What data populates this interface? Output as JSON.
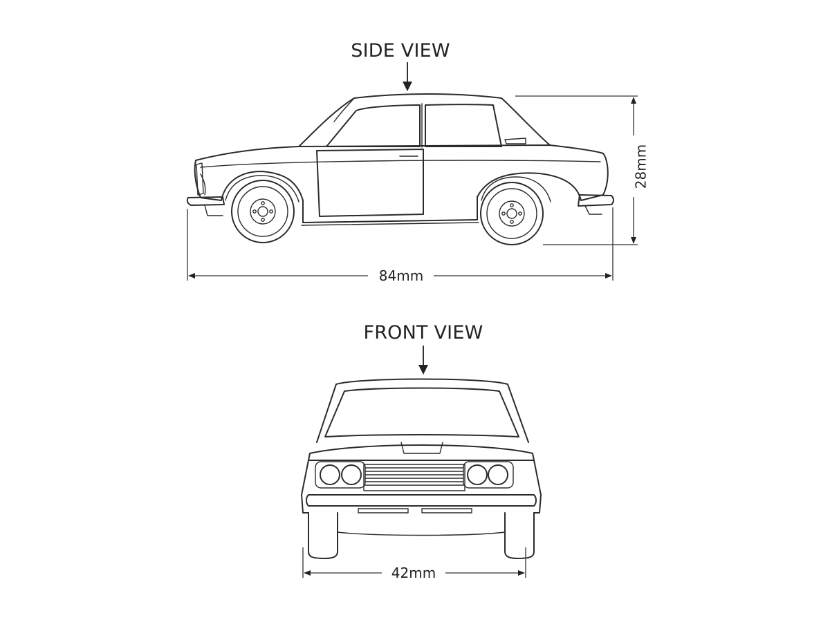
{
  "side_view": {
    "title": "SIDE VIEW",
    "length_label": "84mm",
    "height_label": "28mm"
  },
  "front_view": {
    "title": "FRONT VIEW",
    "width_label": "42mm"
  },
  "colors": {
    "line": "#2b2b2b",
    "background": "#ffffff"
  }
}
